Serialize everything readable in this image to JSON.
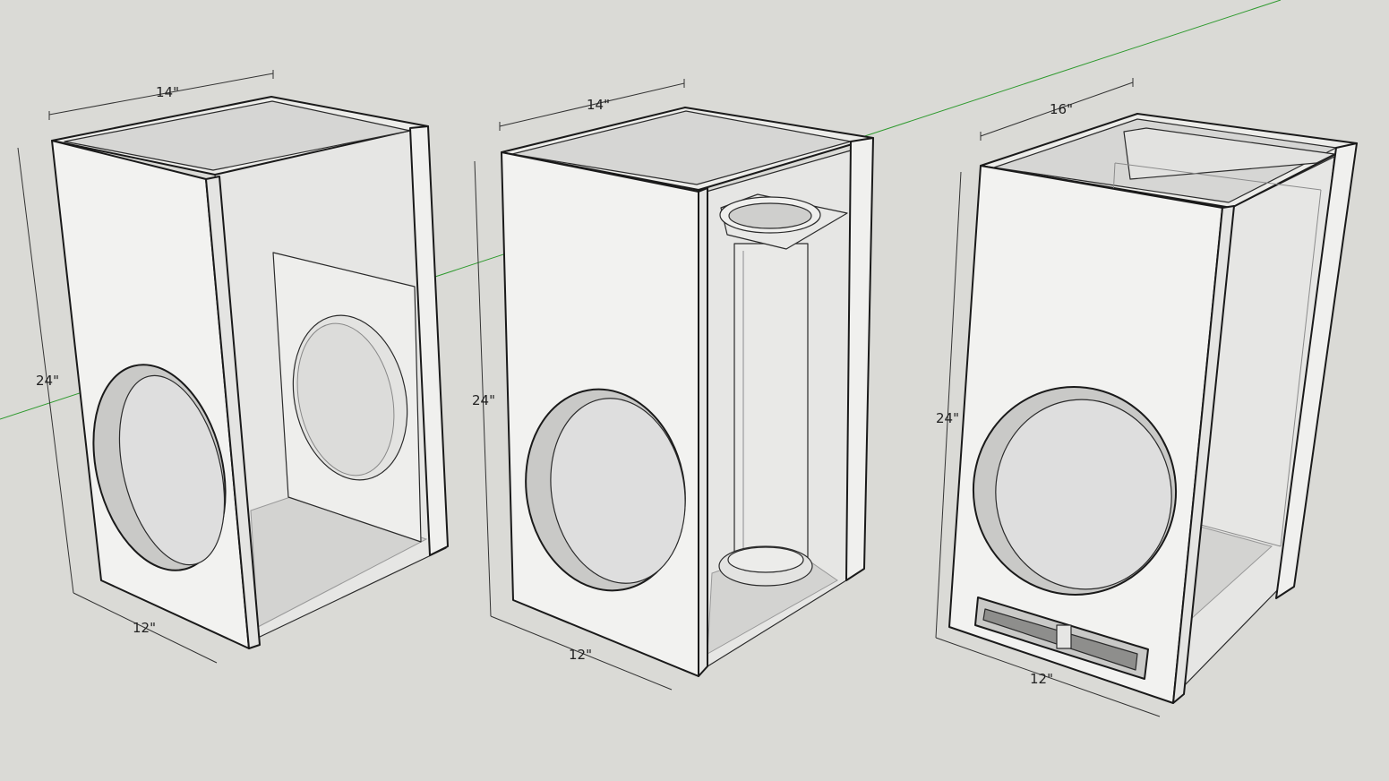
{
  "scene": {
    "background": "#dadad6",
    "axis_color": "#2f9a2f",
    "panel_fill": "#f2f2f0",
    "glass_fill": "#e9e9e7"
  },
  "boxes": [
    {
      "width_label": "14\"",
      "height_label": "24\"",
      "depth_label": "12\""
    },
    {
      "width_label": "14\"",
      "height_label": "24\"",
      "depth_label": "12\""
    },
    {
      "width_label": "16\"",
      "height_label": "24\"",
      "depth_label": "12\""
    }
  ]
}
